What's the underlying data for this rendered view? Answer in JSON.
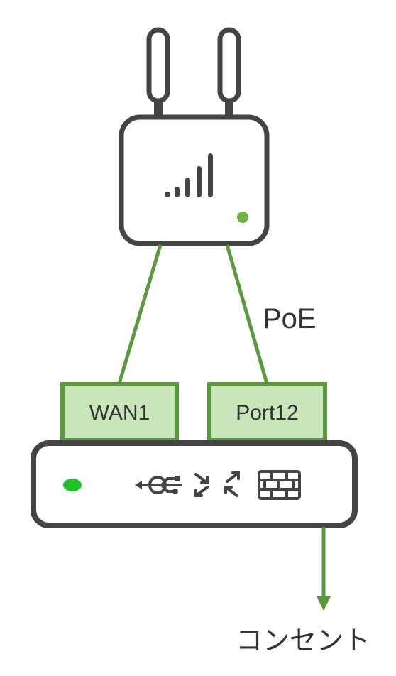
{
  "access_point": {
    "signal_icon": "signal-bars-icon",
    "status_led_color": "#6db33f"
  },
  "links": {
    "poe_label": "PoE",
    "line_color": "#5a9a3a"
  },
  "router": {
    "ports": [
      {
        "label": "WAN1"
      },
      {
        "label": "Port12"
      }
    ],
    "port_fill": "#c9e6bb",
    "port_border": "#5a9a3a",
    "status_led_color": "#22c02a",
    "icons": [
      "usb-icon",
      "switch-arrows-icon",
      "firewall-icon"
    ]
  },
  "power": {
    "outlet_label": "コンセント"
  }
}
